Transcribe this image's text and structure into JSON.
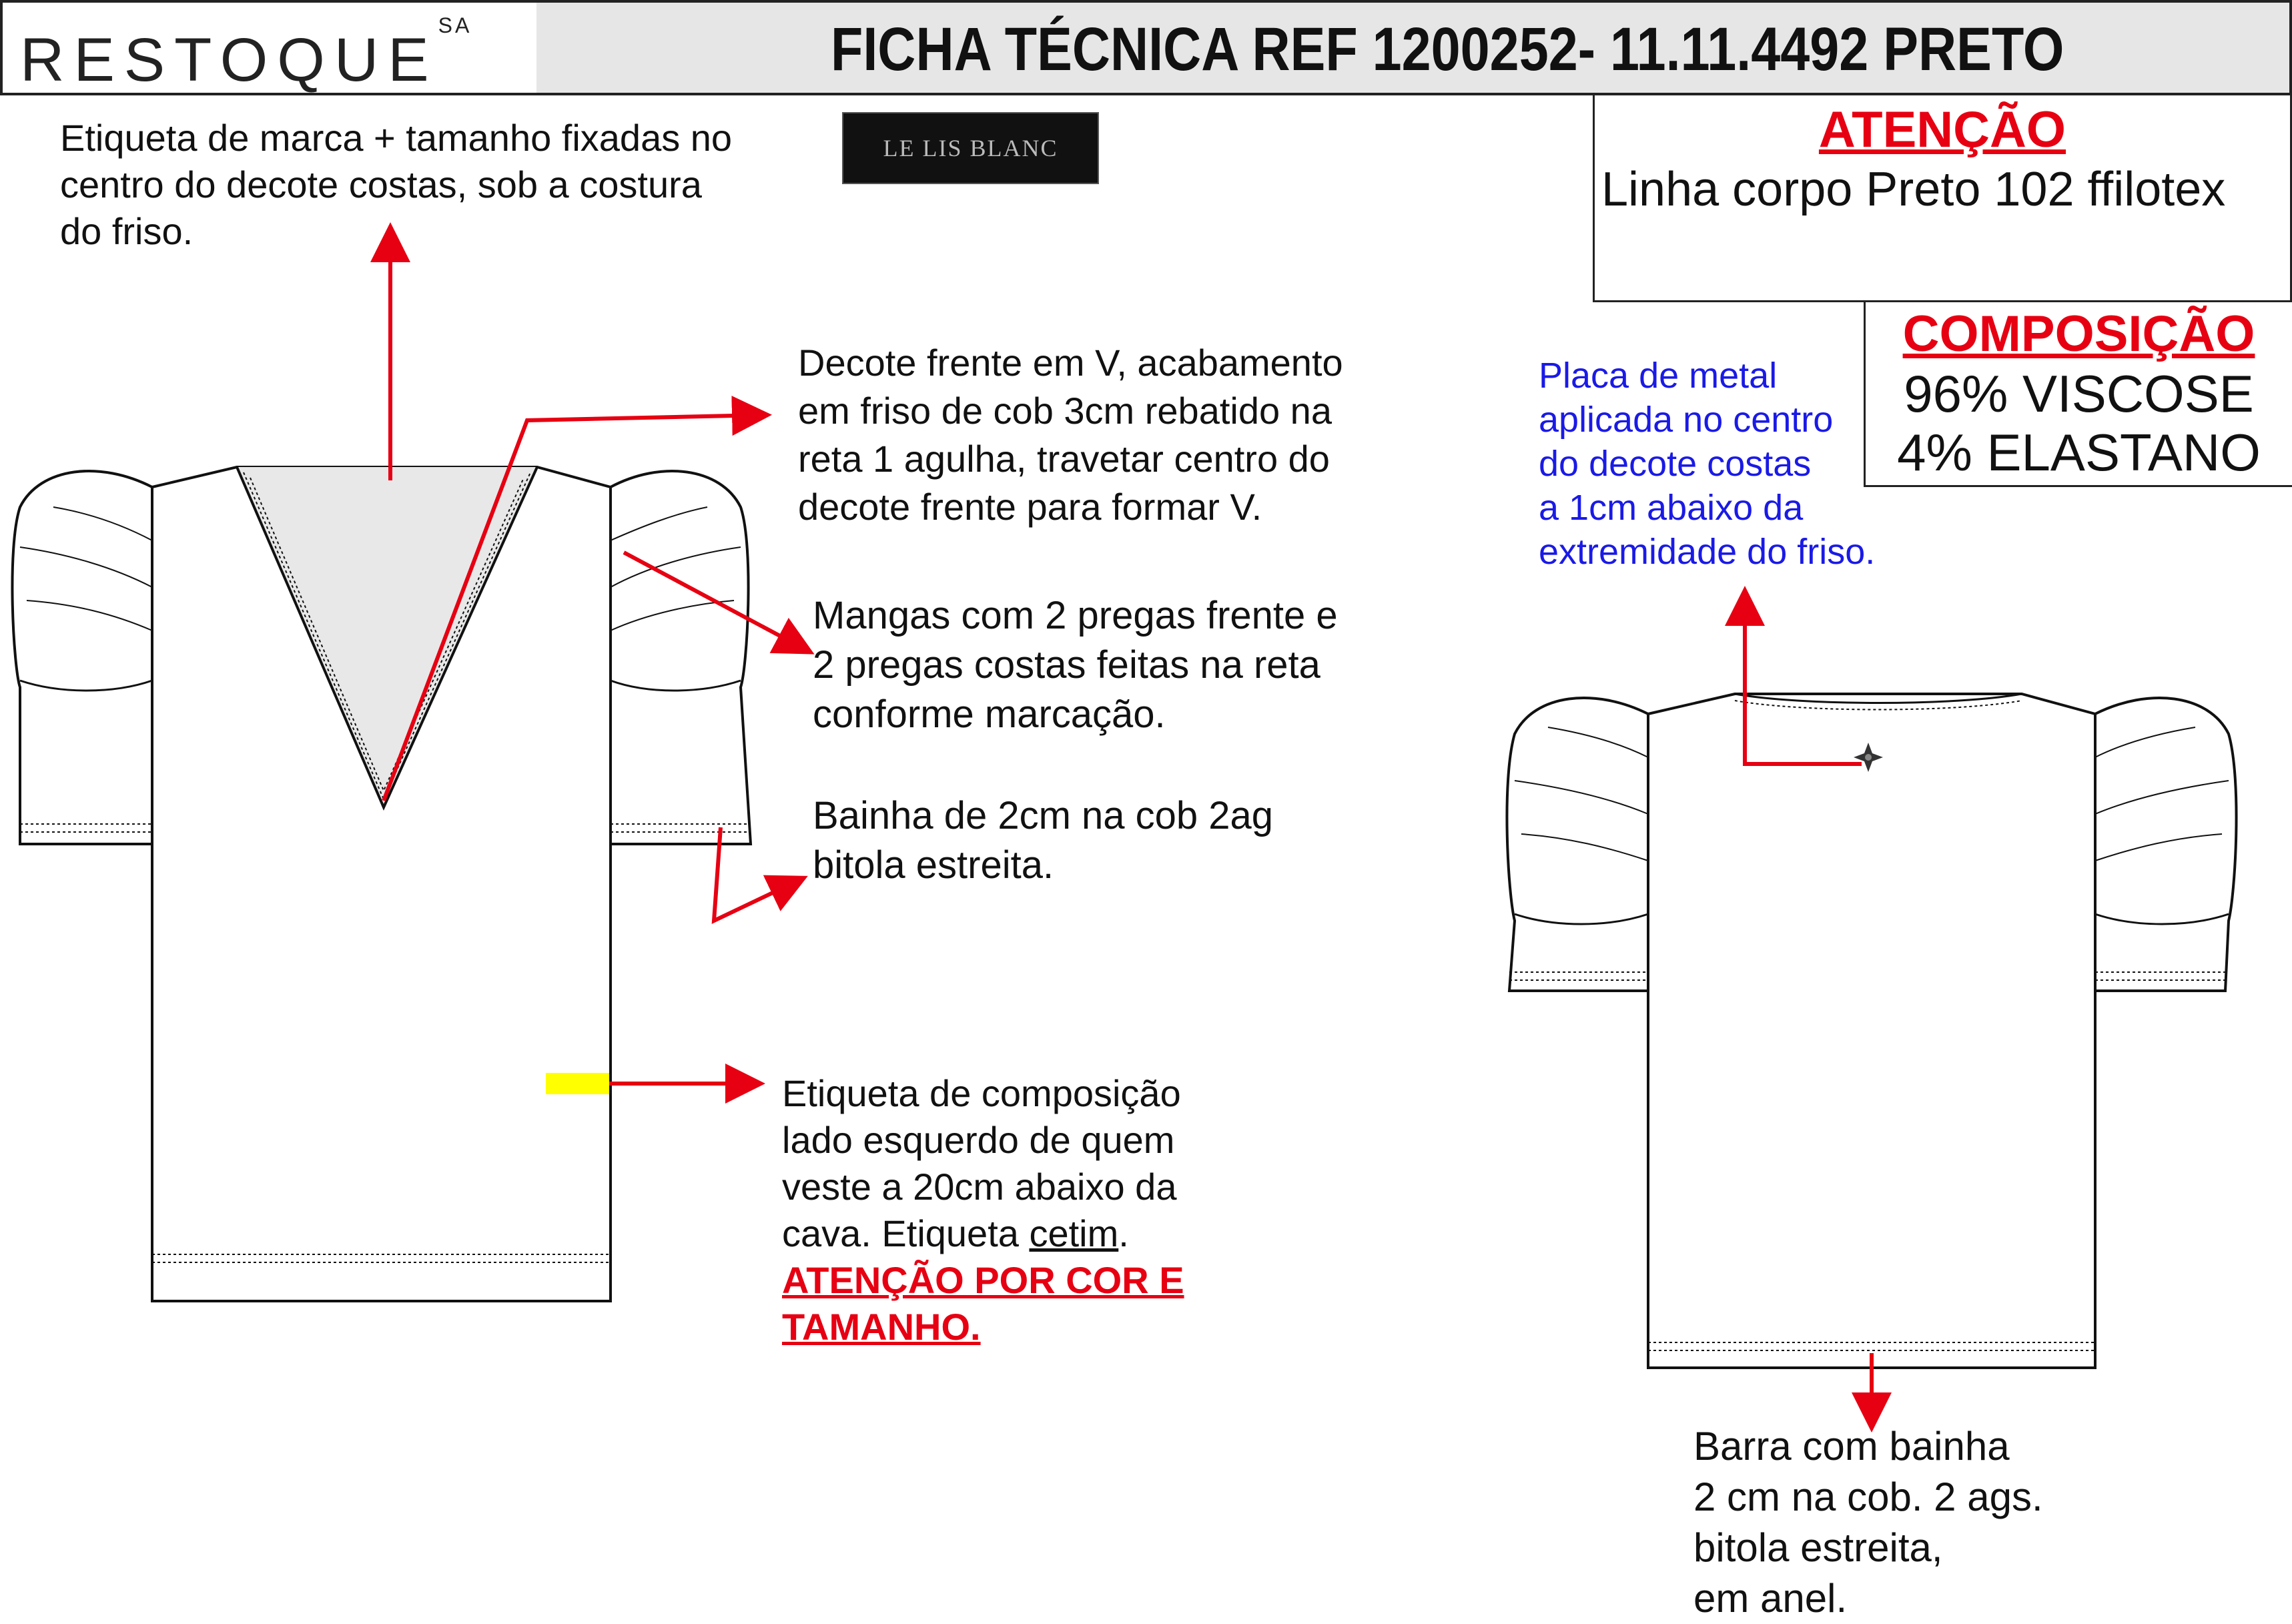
{
  "header": {
    "logo": "RESTOQUE",
    "logo_suffix": "SA",
    "title": "FICHA TÉCNICA REF 1200252- 11.11.4492 PRETO"
  },
  "brand_label": {
    "text": "LE LIS BLANC"
  },
  "attention_box": {
    "heading": "ATENÇÃO",
    "text": "Linha corpo Preto 102 ffilotex"
  },
  "composition_box": {
    "heading": "COMPOSIÇÃO",
    "line1": "96% VISCOSE",
    "line2": "4% ELASTANO"
  },
  "notes": {
    "brand_label_note": "Etiqueta de marca + tamanho fixadas no\n centro do decote costas, sob a costura\n do friso.",
    "neckline_note": "Decote frente em V, acabamento\nem friso de cob 3cm rebatido na\nreta 1 agulha, travetar centro do\ndecote frente para formar V.",
    "sleeves_note": "Mangas com 2 pregas frente e\n2 pregas costas feitas na reta\nconforme marcação.",
    "hem_sleeve_note": "Bainha de 2cm na cob 2ag\nbitola estreita.",
    "composition_label_note_prefix": "Etiqueta de composição\nlado esquerdo de quem\nveste a 20cm abaixo da\ncava. Etiqueta ",
    "composition_label_note_underlined": "cetim",
    "composition_label_note_suffix": ".",
    "composition_label_warning": "ATENÇÃO POR COR E\nTAMANHO.",
    "metal_plate_note": "Placa de metal\naplicada no centro\ndo decote costas\na 1cm abaixo da\nextremidade do friso.",
    "bottom_hem_note": "Barra com bainha\n2 cm na cob. 2 ags.\nbitola estreita,\nem anel."
  },
  "colors": {
    "accent_red": "#e60012",
    "note_blue": "#1a1ae6",
    "label_yellow": "#ffff00"
  }
}
